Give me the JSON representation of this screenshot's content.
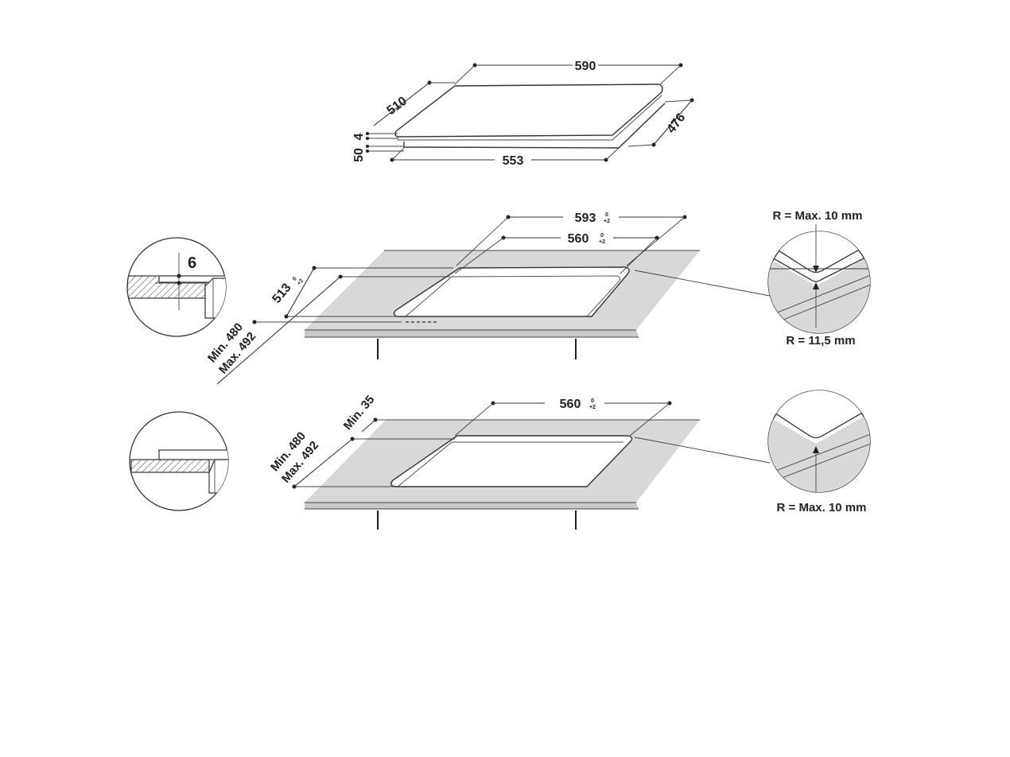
{
  "hob": {
    "width": "590",
    "depth": "510",
    "glass_thickness": "4",
    "body_height": "50",
    "body_width": "553",
    "body_depth": "476"
  },
  "flush_mount": {
    "outer_width": "593",
    "outer_width_tol": [
      "0",
      "+2"
    ],
    "inner_width": "560",
    "inner_width_tol": [
      "0",
      "+2"
    ],
    "outer_depth": "513",
    "outer_depth_tol": [
      "0",
      "+2"
    ],
    "cut_depth_min": "Min. 480",
    "cut_depth_max": "Max. 492",
    "rebate_depth": "6",
    "corner_outer_radius": "R = Max. 10 mm",
    "corner_inner_radius": "R = 11,5 mm"
  },
  "standard_mount": {
    "width": "560",
    "width_tol": [
      "0",
      "+2"
    ],
    "front_min": "Min. 35",
    "cut_depth_min": "Min. 480",
    "cut_depth_max": "Max. 492",
    "corner_radius": "R = Max. 10 mm"
  }
}
